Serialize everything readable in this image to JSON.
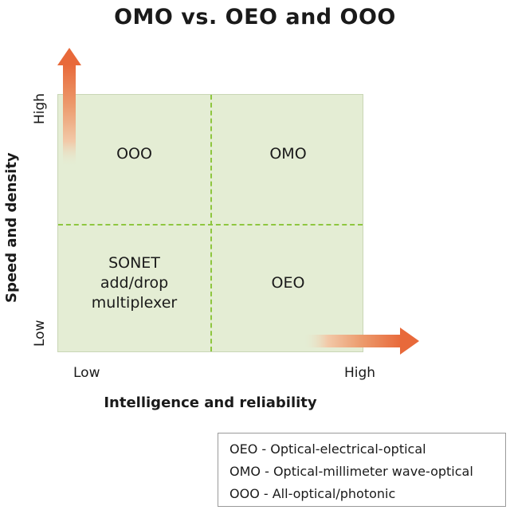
{
  "title": "OMO vs. OEO and OOO",
  "axes": {
    "y_label": "Speed and density",
    "x_label": "Intelligence and reliability",
    "y_high": "High",
    "y_low": "Low",
    "x_low": "Low",
    "x_high": "High"
  },
  "quadrants": {
    "top_left": "OOO",
    "top_right": "OMO",
    "bottom_left": "SONET\nadd/drop\nmultiplexer",
    "bottom_right": "OEO"
  },
  "legend": [
    "OEO - Optical-electrical-optical",
    "OMO - Optical-millimeter wave-optical",
    "OOO - All-optical/photonic"
  ],
  "colors": {
    "grid_fill": "#e4edd4",
    "dash": "#8ec63f",
    "arrow": "#e8693a"
  }
}
